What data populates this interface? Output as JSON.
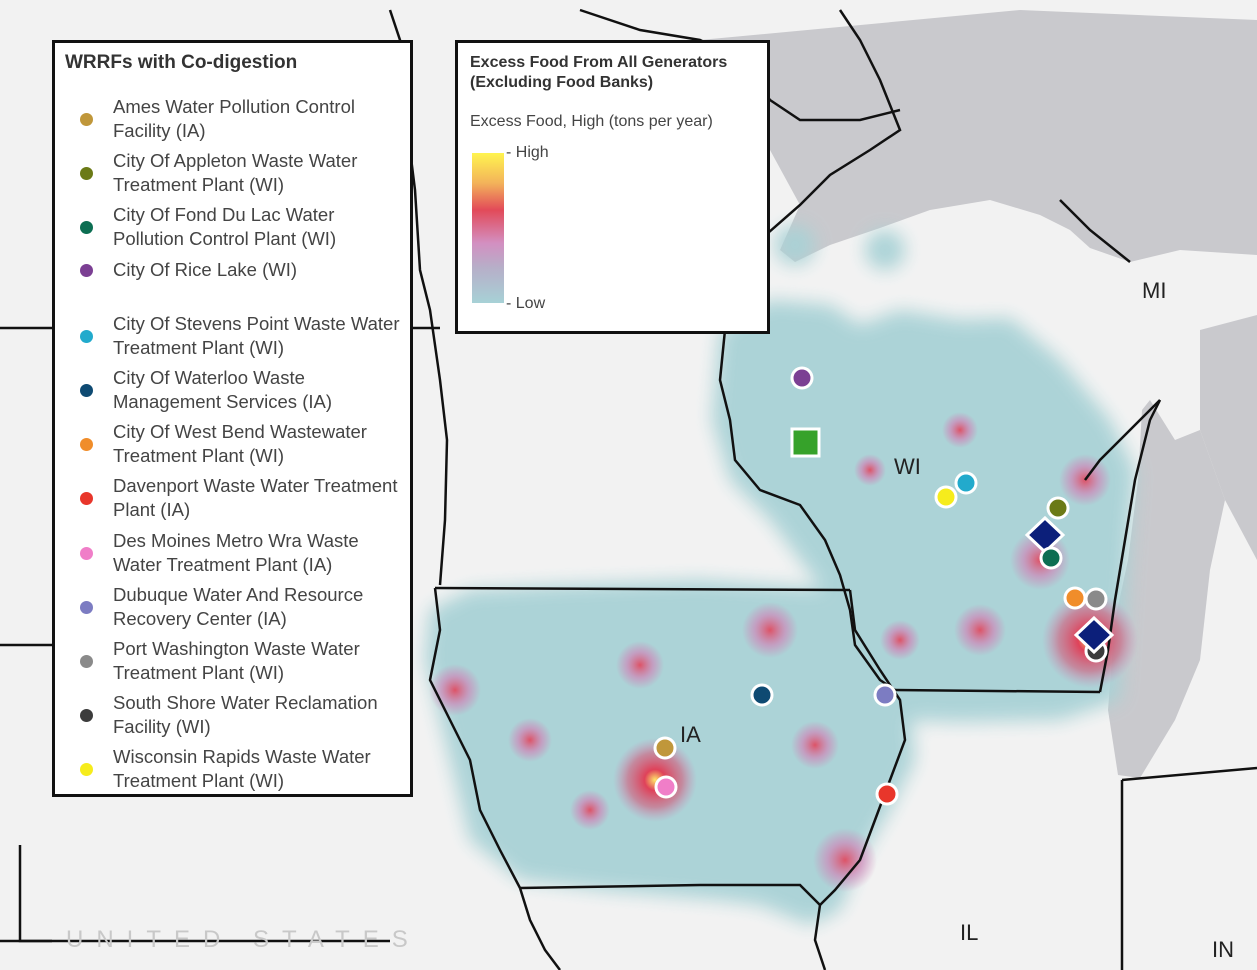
{
  "map": {
    "country_label": "UNITED STATES",
    "state_labels": {
      "mi": "MI",
      "wi": "WI",
      "ia": "IA",
      "il": "IL",
      "in": "IN"
    },
    "colors": {
      "background": "#f2f2f2",
      "lakes": "#c9c9cd",
      "heat_base": "#a9d2d6",
      "heat_mid": "#d27db4",
      "heat_high": "#e23a53",
      "heat_peak": "#ffe96a"
    },
    "facility_markers": [
      {
        "name": "City Of Rice Lake (WI)",
        "color": "#7b3f93"
      },
      {
        "name": "City Of Stevens Point Waste Water Treatment Plant (WI)",
        "color": "#22aacc"
      },
      {
        "name": "Wisconsin Rapids Waste Water Treatment Plant (WI)",
        "color": "#f6ec1c"
      },
      {
        "name": "City Of Appleton Waste Water Treatment Plant (WI)",
        "color": "#6b7a16"
      },
      {
        "name": "City Of Fond Du Lac Water Pollution Control Plant (WI)",
        "color": "#0c6e52"
      },
      {
        "name": "City Of West Bend Wastewater Treatment Plant (WI)",
        "color": "#f08d2a"
      },
      {
        "name": "Port Washington Waste Water Treatment Plant (WI)",
        "color": "#8a8a8a"
      },
      {
        "name": "South Shore Water Reclamation Facility (WI)",
        "color": "#3c3c3c"
      },
      {
        "name": "City Of Waterloo Waste Management Services (IA)",
        "color": "#0e4a72"
      },
      {
        "name": "Dubuque Water And Resource Recovery Center (IA)",
        "color": "#7c7cc2"
      },
      {
        "name": "Ames Water Pollution Control Facility (IA)",
        "color": "#c0973a"
      },
      {
        "name": "Des Moines Metro Wra Waste Water Treatment Plant (IA)",
        "color": "#f07ec8"
      },
      {
        "name": "Davenport Waste Water Treatment Plant (IA)",
        "color": "#e8362b"
      }
    ],
    "other_markers": [
      {
        "shape": "square",
        "color": "#36a22a"
      },
      {
        "shape": "diamond",
        "color": "#0c1f7a"
      },
      {
        "shape": "diamond",
        "color": "#0c1f7a"
      }
    ]
  },
  "wrrf_legend": {
    "title": "WRRFs with Co-digestion",
    "items": [
      {
        "label": "Ames Water Pollution Control Facility (IA)",
        "color": "#c0973a"
      },
      {
        "label": "City Of Appleton Waste Water Treatment Plant (WI)",
        "color": "#6b7a16"
      },
      {
        "label": "City Of Fond Du Lac Water Pollution Control Plant (WI)",
        "color": "#0c6e52"
      },
      {
        "label": "City Of Rice Lake (WI)",
        "color": "#7b3f93"
      },
      {
        "label": "City Of Stevens Point Waste Water Treatment Plant (WI)",
        "color": "#22aacc"
      },
      {
        "label": "City Of Waterloo Waste Management Services (IA)",
        "color": "#0e4a72"
      },
      {
        "label": "City Of West Bend Wastewater Treatment Plant (WI)",
        "color": "#f08d2a"
      },
      {
        "label": "Davenport Waste Water Treatment Plant (IA)",
        "color": "#e8362b"
      },
      {
        "label": "Des Moines Metro Wra Waste Water Treatment Plant (IA)",
        "color": "#f07ec8"
      },
      {
        "label": "Dubuque Water And Resource Recovery Center (IA)",
        "color": "#7c7cc2"
      },
      {
        "label": "Port Washington Waste Water Treatment Plant (WI)",
        "color": "#8a8a8a"
      },
      {
        "label": "South Shore Water Reclamation Facility (WI)",
        "color": "#3c3c3c"
      },
      {
        "label": "Wisconsin Rapids Waste Water Treatment Plant (WI)",
        "color": "#f6ec1c"
      }
    ]
  },
  "food_legend": {
    "title": "Excess Food From All Generators (Excluding Food Banks)",
    "subtitle": "Excess Food, High (tons per year)",
    "high_label": "High",
    "low_label": "Low"
  }
}
